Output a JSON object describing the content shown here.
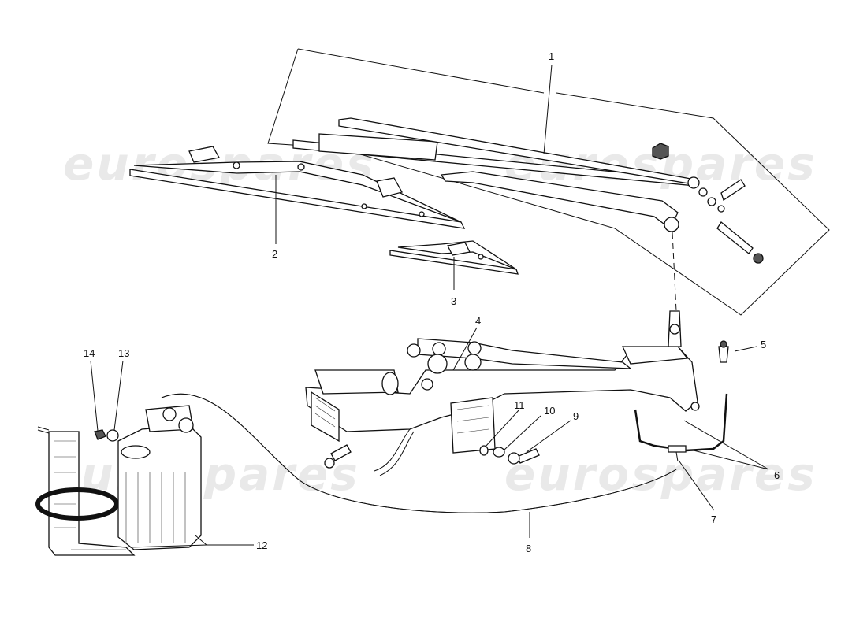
{
  "watermarks": [
    "eurospares",
    "eurospares"
  ],
  "callouts": [
    {
      "id": "1",
      "text": "1"
    },
    {
      "id": "2",
      "text": "2"
    },
    {
      "id": "3",
      "text": "3"
    },
    {
      "id": "4",
      "text": "4"
    },
    {
      "id": "5",
      "text": "5"
    },
    {
      "id": "6",
      "text": "6"
    },
    {
      "id": "7",
      "text": "7"
    },
    {
      "id": "8",
      "text": "8"
    },
    {
      "id": "9",
      "text": "9"
    },
    {
      "id": "10",
      "text": "10"
    },
    {
      "id": "11",
      "text": "11"
    },
    {
      "id": "12",
      "text": "12"
    },
    {
      "id": "13",
      "text": "13"
    },
    {
      "id": "14",
      "text": "14"
    }
  ]
}
